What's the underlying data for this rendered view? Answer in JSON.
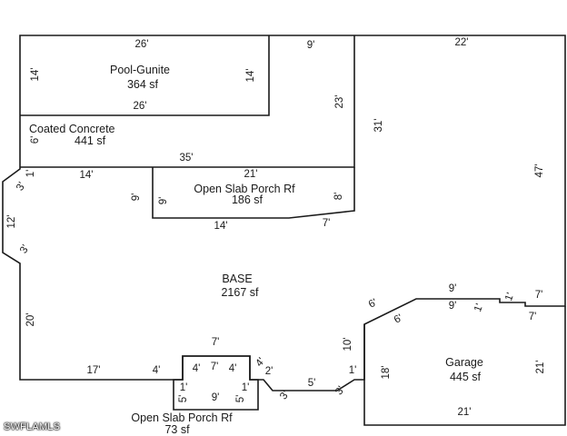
{
  "rooms": {
    "pool": {
      "name": "Pool-Gunite",
      "area": "364 sf"
    },
    "concrete": {
      "name": "Coated Concrete",
      "area": "441 sf"
    },
    "porch_top": {
      "name": "Open Slab Porch Rf",
      "area": "186 sf"
    },
    "base": {
      "name": "BASE",
      "area": "2167 sf"
    },
    "garage": {
      "name": "Garage",
      "area": "445 sf"
    },
    "porch_bottom": {
      "name": "Open Slab Porch Rf",
      "area": "73 sf"
    }
  },
  "dimensions": {
    "pool_top": "26'",
    "pool_bottom": "26'",
    "pool_left": "14'",
    "pool_right": "14'",
    "strip_top": "9'",
    "strip_side": "23'",
    "concrete_left": "6'",
    "concrete_bottom": "35'",
    "top_right": "22'",
    "right_side": "47'",
    "inner_right": "31'",
    "bump_top": "3'",
    "bump_one": "1'",
    "left_12": "12'",
    "left_3": "3'",
    "left_20": "20'",
    "porch_top_width": "21'",
    "porch_left_outer": "9'",
    "porch_left_inner": "9'",
    "porch_right": "8'",
    "porch_bottom": "14'",
    "porch_diag": "7'",
    "base_top_left": "14'",
    "garage_top": "9'",
    "garage_top_inner": "9'",
    "garage_step1": "1'",
    "garage_step1_inner": "1'",
    "garage_right_top": "7'",
    "garage_right_top_inner": "7'",
    "garage_diag": "6'",
    "garage_diag_inner": "6'",
    "garage_left": "18'",
    "garage_right": "21'",
    "garage_bottom": "21'",
    "ten": "10'",
    "seventeen": "17'",
    "bottom_4a": "4'",
    "bottom_4b": "4'",
    "seven": "7'",
    "small_4a": "4'",
    "small_7": "7'",
    "small_4b": "4'",
    "small_1a": "1'",
    "small_1b": "1'",
    "small_2": "2'",
    "small_5a": "5'",
    "small_9": "9'",
    "small_5b": "5'",
    "diag_3a": "3'",
    "dash_5": "5'",
    "one_right": "1'",
    "diag_3b": "3'"
  },
  "watermark": "SWFLAMLS"
}
